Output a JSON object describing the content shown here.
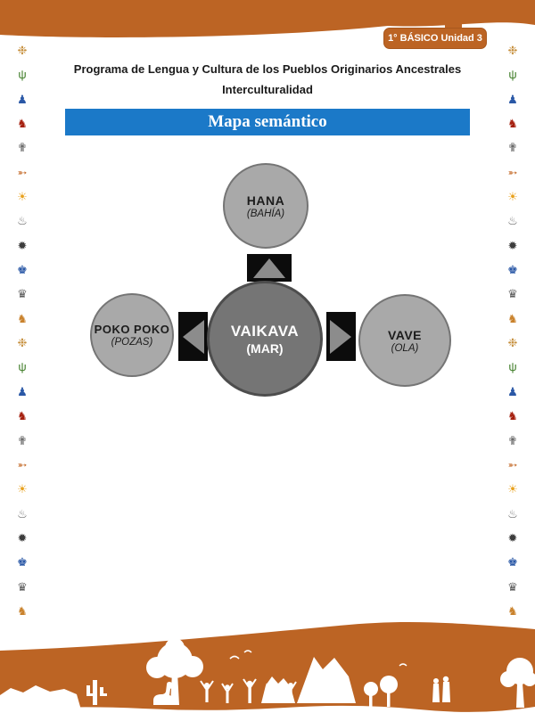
{
  "page": {
    "colors": {
      "accent_orange": "#bc6424",
      "banner_blue": "#1b79c8",
      "node_light_gray": "#a9a9a9",
      "node_dark_gray": "#757575",
      "connector_black": "#0c0c0c",
      "arrow_gray": "#8c8c8c"
    }
  },
  "header": {
    "unit_tab": "1° BÁSICO Unidad 3",
    "line1": "Programa de Lengua y Cultura de los Pueblos Originarios Ancestrales",
    "line2": "Interculturalidad",
    "banner_title": "Mapa semántico"
  },
  "semantic_map": {
    "center": {
      "word": "VAIKAVA",
      "gloss": "(MAR)"
    },
    "top": {
      "word": "HANA",
      "gloss": "(BAHÍA)"
    },
    "left": {
      "word": "POKO POKO",
      "gloss": "(POZAS)"
    },
    "right": {
      "word": "VAVE",
      "gloss": "(OLA)"
    }
  },
  "side_icons": {
    "repeat": 24,
    "cycle": [
      {
        "name": "turtle",
        "glyph": "❉",
        "color": "#c79140"
      },
      {
        "name": "frog-figure",
        "glyph": "ψ",
        "color": "#3f7d28"
      },
      {
        "name": "person-blue",
        "glyph": "♟",
        "color": "#2a58a6"
      },
      {
        "name": "fox",
        "glyph": "♞",
        "color": "#a51f0e"
      },
      {
        "name": "person-gray",
        "glyph": "✟",
        "color": "#5a5a5a"
      },
      {
        "name": "condor",
        "glyph": "➵",
        "color": "#c2641f"
      },
      {
        "name": "sun",
        "glyph": "☀",
        "color": "#e8a11d"
      },
      {
        "name": "pot",
        "glyph": "♨",
        "color": "#6a6a6a"
      },
      {
        "name": "sun-dark",
        "glyph": "✹",
        "color": "#3c3c3c"
      },
      {
        "name": "person-helmet-blue",
        "glyph": "♚",
        "color": "#2a58a6"
      },
      {
        "name": "person-hat-gray",
        "glyph": "♛",
        "color": "#5a5a5a"
      },
      {
        "name": "llama",
        "glyph": "♞",
        "color": "#c9822c"
      }
    ]
  }
}
